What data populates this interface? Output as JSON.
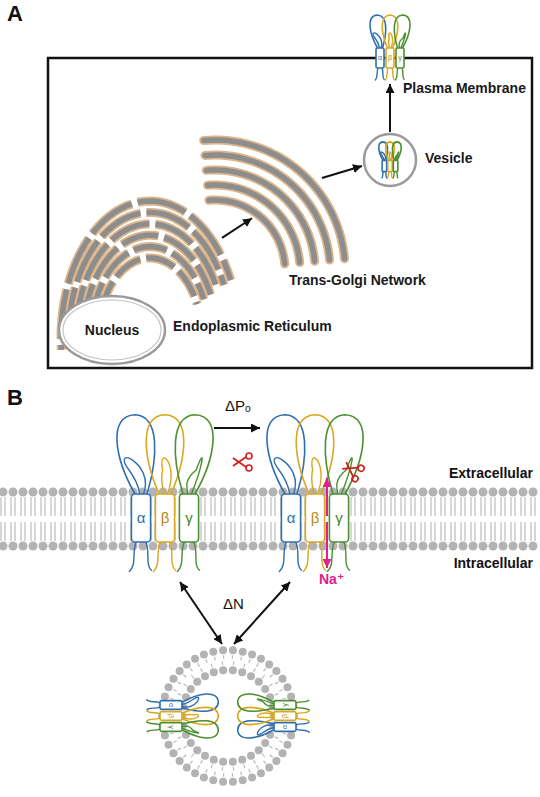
{
  "diagram": {
    "nodes": [
      {
        "text": [
          "Nucleus"
        ]
      },
      {
        "text": [
          "Endoplasmic Reticulum"
        ]
      },
      {
        "text": [
          "Trans-Golgi Network"
        ]
      },
      {
        "text": [
          "Vesicle"
        ]
      },
      {
        "text": [
          "Plasma Membrane"
        ]
      }
    ],
    "edges": [
      {
        "from": 1,
        "to": 2,
        "arrow": "to"
      },
      {
        "from": 2,
        "to": 3,
        "arrow": "to"
      },
      {
        "from": 3,
        "to": 4,
        "arrow": "to"
      }
    ],
    "labels": [
      "A",
      "α",
      "β",
      "γ",
      "B",
      "ΔPₒ",
      "Extracellular",
      "Intracellular",
      "α",
      "β",
      "γ",
      "α",
      "β",
      "γ",
      "Na⁺",
      "ΔN",
      "α",
      "β",
      "γ",
      "α",
      "β",
      "γ"
    ]
  }
}
